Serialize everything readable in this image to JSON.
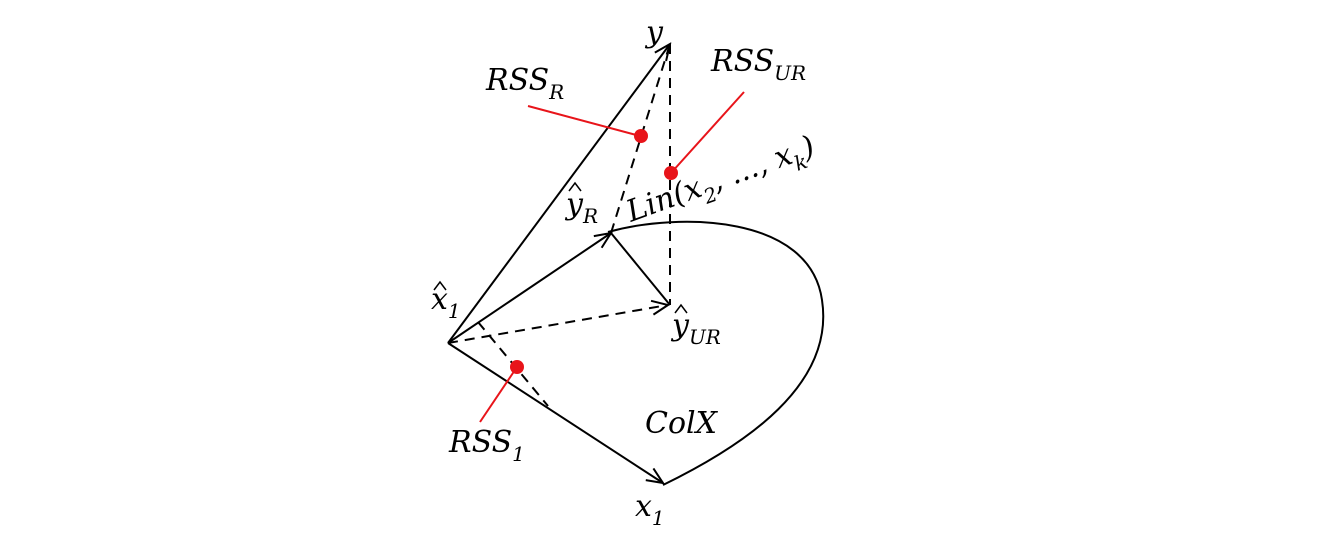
{
  "labels": {
    "y": "y",
    "rss_r": {
      "main": "RSS",
      "sub": "R"
    },
    "rss_ur": {
      "main": "RSS",
      "sub": "UR"
    },
    "lin": {
      "a": "Lin(x",
      "s1": "2",
      "b": ", ..., x",
      "s2": "k",
      "c": ")"
    },
    "yhat_r": {
      "main": "y",
      "sub": "R"
    },
    "xhat_1": {
      "main": "x",
      "sub": "1"
    },
    "yhat_ur": {
      "main": "y",
      "sub": "UR"
    },
    "rss_1": {
      "main": "RSS",
      "sub": "1"
    },
    "colx": "ColX",
    "x1": {
      "main": "x",
      "sub": "1"
    }
  },
  "colors": {
    "line": "#000000",
    "marker": "#e8141a"
  }
}
